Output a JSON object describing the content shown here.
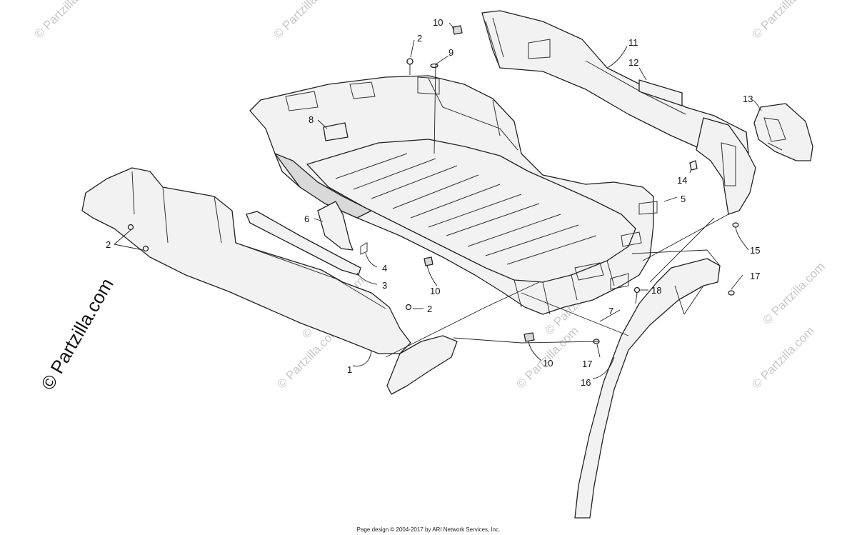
{
  "watermark": {
    "small": "© Partzilla.com",
    "side": "© Partzilla.com"
  },
  "callouts": {
    "c1": "1",
    "c2a": "2",
    "c2b": "2",
    "c2c": "2",
    "c3": "3",
    "c4": "4",
    "c5": "5",
    "c6": "6",
    "c7": "7",
    "c8": "8",
    "c9": "9",
    "c10a": "10",
    "c10b": "10",
    "c10c": "10",
    "c11": "11",
    "c12": "12",
    "c13": "13",
    "c14": "14",
    "c15": "15",
    "c16": "16",
    "c17a": "17",
    "c17b": "17",
    "c18": "18"
  },
  "footer": "Page design © 2004-2017 by ARI Network Services, Inc."
}
